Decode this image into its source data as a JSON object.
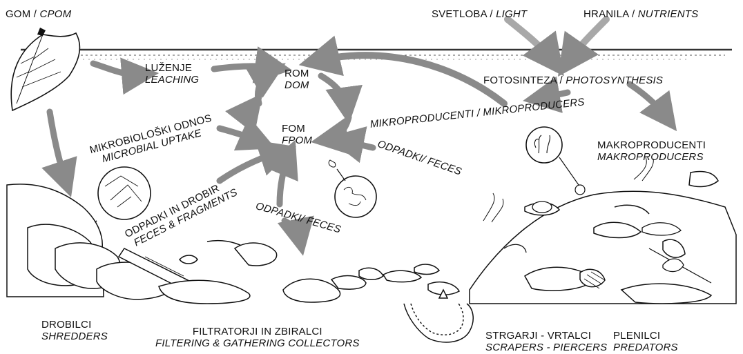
{
  "labels": {
    "gom": "GOM / ",
    "cpom": "CPOM",
    "svetloba": "SVETLOBA / ",
    "light": "LIGHT",
    "hranila": "HRANILA / ",
    "nutrients": "NUTRIENTS",
    "luzenje": "LUŽENJE",
    "leaching": "LEACHING",
    "rom": "ROM",
    "dom": "DOM",
    "fotosinteza": "FOTOSINTEZA / ",
    "photosynthesis": "PHOTOSYNTHESIS",
    "mikrobioloski": "MIKROBIOLOŠKI ODNOS",
    "microbial": "MICROBIAL UPTAKE",
    "fom": "FOM",
    "fpom": "FPOM",
    "mikroproducenti": "MIKROPRODUCENTI / MIKROPRODUCERS",
    "odpadki_feces_1": "ODPADKI/ FECES",
    "makroproducenti": "MAKROPRODUCENTI",
    "makroproducers": "MAKROPRODUCERS",
    "odpadki_drobir": "ODPADKI IN DROBIR",
    "feces_fragments": "FECES & FRAGMENTS",
    "odpadki_feces_2": "ODPADKI/ FECES",
    "drobilci": "DROBILCI",
    "shredders": "SHREDDERS",
    "filtratorji": "FILTRATORJI IN ZBIRALCI",
    "filtering": "FILTERING & GATHERING COLLECTORS",
    "strgarji": "STRGARJI - VRTALCI",
    "scrapers": "SCRAPERS - PIERCERS",
    "plenilci": "PLENILCI",
    "predators": "PREDATORS"
  },
  "colors": {
    "ink": "#111111",
    "arrow": "#8a8a8a",
    "arrow_light": "#a8a8a8",
    "background": "#ffffff"
  }
}
